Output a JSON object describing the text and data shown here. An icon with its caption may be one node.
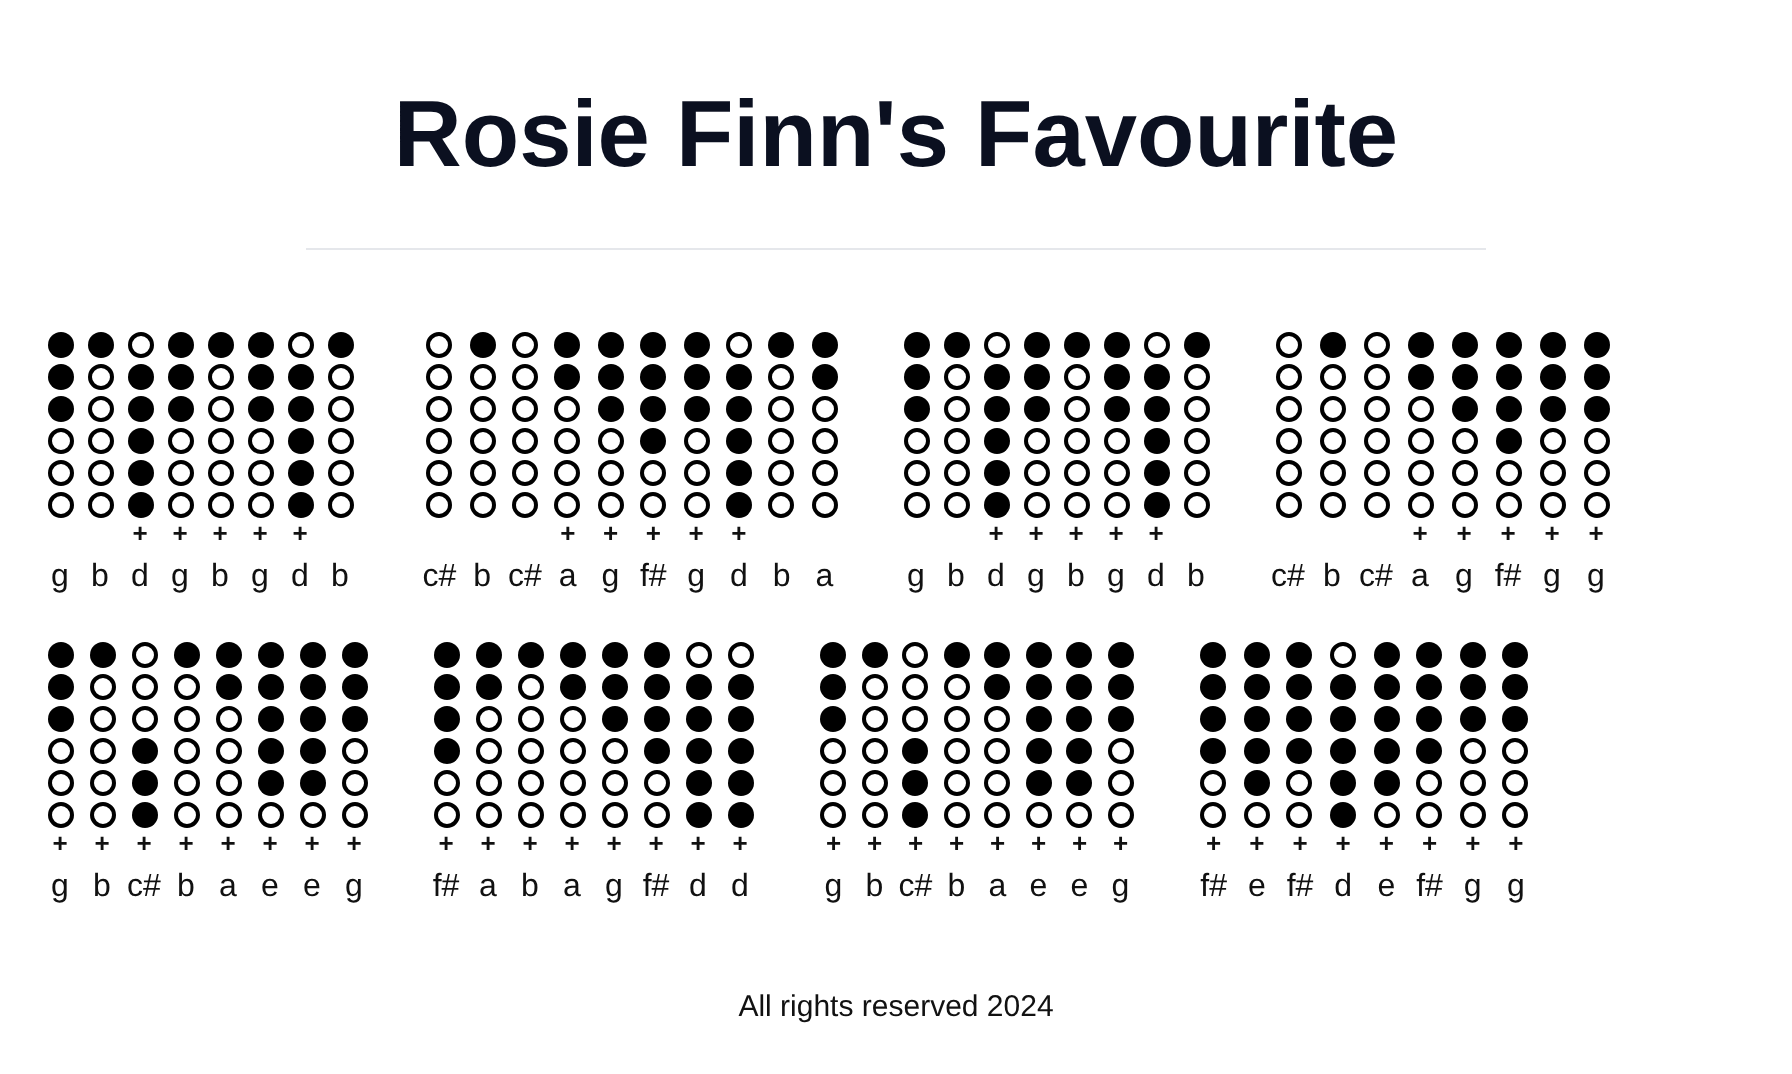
{
  "diagram": {
    "title": "Rosie Finn's Favourite",
    "caption": "All rights reserved 2024",
    "labels": [
      "+",
      "+",
      "+",
      "+",
      "+",
      "+",
      "+",
      "+",
      "+",
      "+",
      "+",
      "+",
      "+",
      "+",
      "+",
      "+",
      "+",
      "+",
      "+",
      "+",
      "g",
      "b",
      "d",
      "g",
      "b",
      "g",
      "d",
      "b",
      "c#",
      "b",
      "c#",
      "a",
      "g",
      "f#",
      "g",
      "d",
      "b",
      "a",
      "g",
      "b",
      "d",
      "g",
      "b",
      "g",
      "d",
      "b",
      "c#",
      "b",
      "c#",
      "a",
      "g",
      "f#",
      "g",
      "g",
      "+",
      "+",
      "+",
      "+",
      "+",
      "+",
      "+",
      "+",
      "+",
      "+",
      "+",
      "+",
      "+",
      "+",
      "+",
      "+",
      "+",
      "+",
      "+",
      "+",
      "+",
      "+",
      "+",
      "+",
      "+",
      "+",
      "+",
      "+",
      "+",
      "+",
      "+",
      "+",
      "g",
      "b",
      "c#",
      "b",
      "a",
      "e",
      "e",
      "g",
      "f#",
      "a",
      "b",
      "a",
      "g",
      "f#",
      "d",
      "d",
      "g",
      "b",
      "c#",
      "b",
      "a",
      "e",
      "e",
      "g",
      "f#",
      "e",
      "f#",
      "d",
      "e",
      "f#",
      "g",
      "g"
    ]
  }
}
